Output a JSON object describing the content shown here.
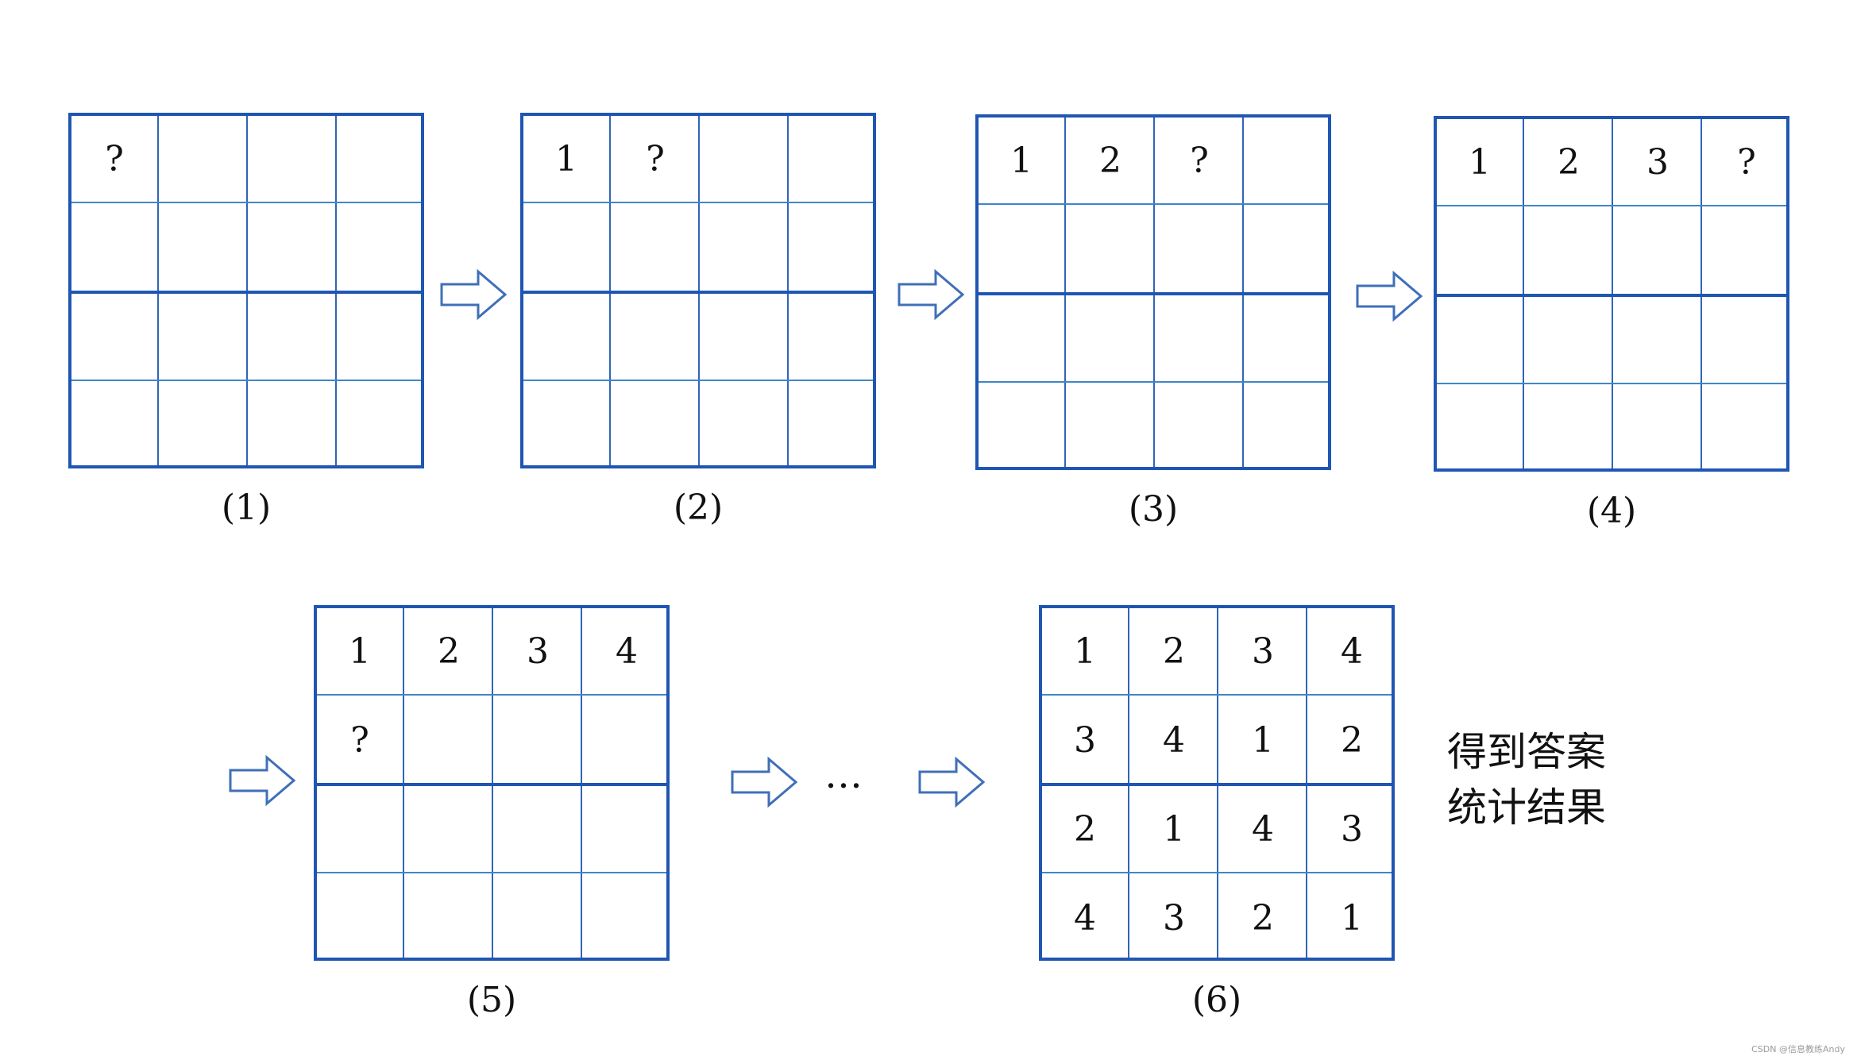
{
  "colors": {
    "grid_border": "#1f56b3",
    "grid_line": "#3f86c8",
    "arrow": "#3f6fb8",
    "text": "#111111"
  },
  "panels": [
    {
      "caption": "(1)",
      "cells": [
        [
          "?",
          "",
          "",
          ""
        ],
        [
          "",
          "",
          "",
          ""
        ],
        [
          "",
          "",
          "",
          ""
        ],
        [
          "",
          "",
          "",
          ""
        ]
      ]
    },
    {
      "caption": "(2)",
      "cells": [
        [
          "1",
          "?",
          "",
          ""
        ],
        [
          "",
          "",
          "",
          ""
        ],
        [
          "",
          "",
          "",
          ""
        ],
        [
          "",
          "",
          "",
          ""
        ]
      ]
    },
    {
      "caption": "(3)",
      "cells": [
        [
          "1",
          "2",
          "?",
          ""
        ],
        [
          "",
          "",
          "",
          ""
        ],
        [
          "",
          "",
          "",
          ""
        ],
        [
          "",
          "",
          "",
          ""
        ]
      ]
    },
    {
      "caption": "(4)",
      "cells": [
        [
          "1",
          "2",
          "3",
          "?"
        ],
        [
          "",
          "",
          "",
          ""
        ],
        [
          "",
          "",
          "",
          ""
        ],
        [
          "",
          "",
          "",
          ""
        ]
      ]
    },
    {
      "caption": "(5)",
      "cells": [
        [
          "1",
          "2",
          "3",
          "4"
        ],
        [
          "?",
          "",
          "",
          ""
        ],
        [
          "",
          "",
          "",
          ""
        ],
        [
          "",
          "",
          "",
          ""
        ]
      ]
    },
    {
      "caption": "(6)",
      "cells": [
        [
          "1",
          "2",
          "3",
          "4"
        ],
        [
          "3",
          "4",
          "1",
          "2"
        ],
        [
          "2",
          "1",
          "4",
          "3"
        ],
        [
          "4",
          "3",
          "2",
          "1"
        ]
      ]
    }
  ],
  "arrow_icon": "hollow-right-arrow-icon",
  "ellipsis": "…",
  "result_note": {
    "line1": "得到答案",
    "line2": "统计结果"
  },
  "watermark": "CSDN @信息教练Andy"
}
